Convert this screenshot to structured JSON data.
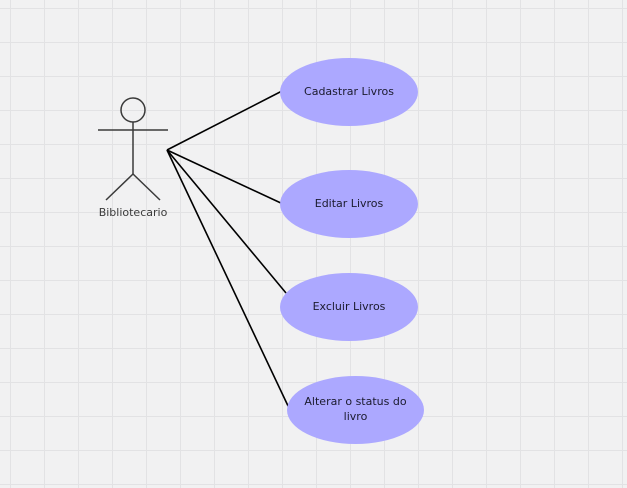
{
  "actor": {
    "label": "Bibliotecario"
  },
  "use_cases": [
    {
      "label": "Cadastrar Livros"
    },
    {
      "label": "Editar Livros"
    },
    {
      "label": "Excluir Livros"
    },
    {
      "label": "Alterar o status do livro"
    }
  ],
  "colors": {
    "use_case_fill": "#aca8ff",
    "line": "#000000",
    "background": "#f1f1f2"
  }
}
